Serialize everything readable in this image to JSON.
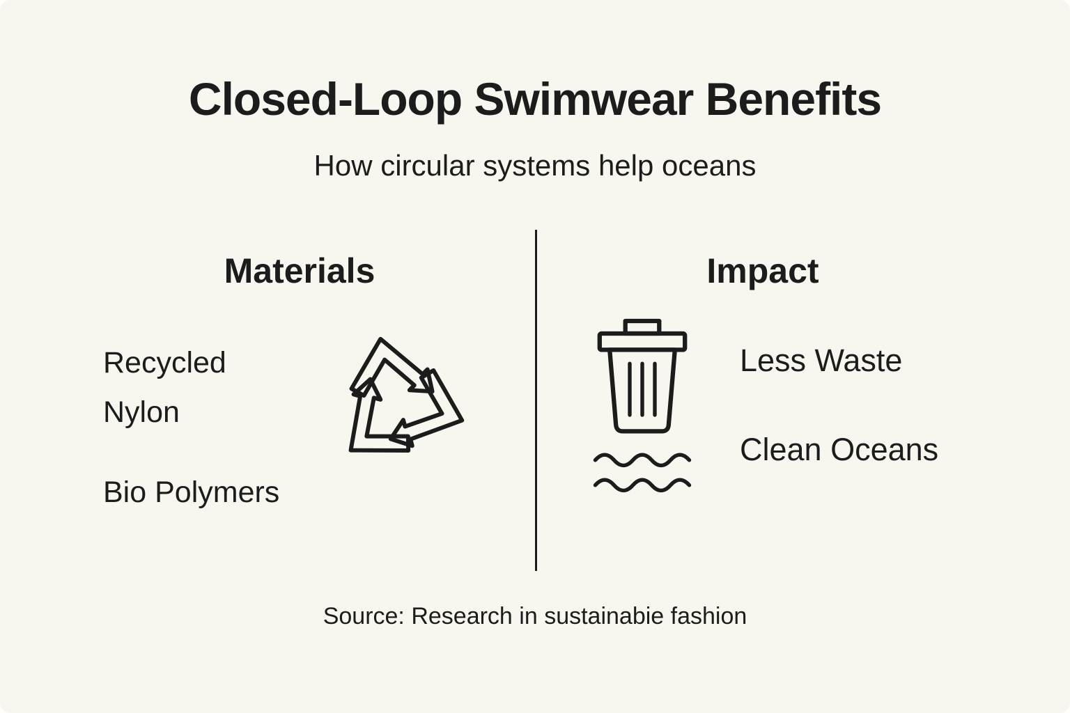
{
  "header": {
    "title": "Closed-Loop Swimwear Benefits",
    "subtitle": "How circular systems help oceans"
  },
  "left_column": {
    "heading": "Materials",
    "icon": "recycle-icon",
    "item1": "Recycled Nylon",
    "item2": "Bio Polymers"
  },
  "right_column": {
    "heading": "Impact",
    "icon": "trash-waves-icon",
    "label1": "Less Waste",
    "label2": "Clean Oceans"
  },
  "footer": {
    "source": "Source: Research in sustainabie fashion"
  },
  "colors": {
    "background": "#f7f6ef",
    "text": "#1c1c1c",
    "divider": "#1c1c1c"
  }
}
